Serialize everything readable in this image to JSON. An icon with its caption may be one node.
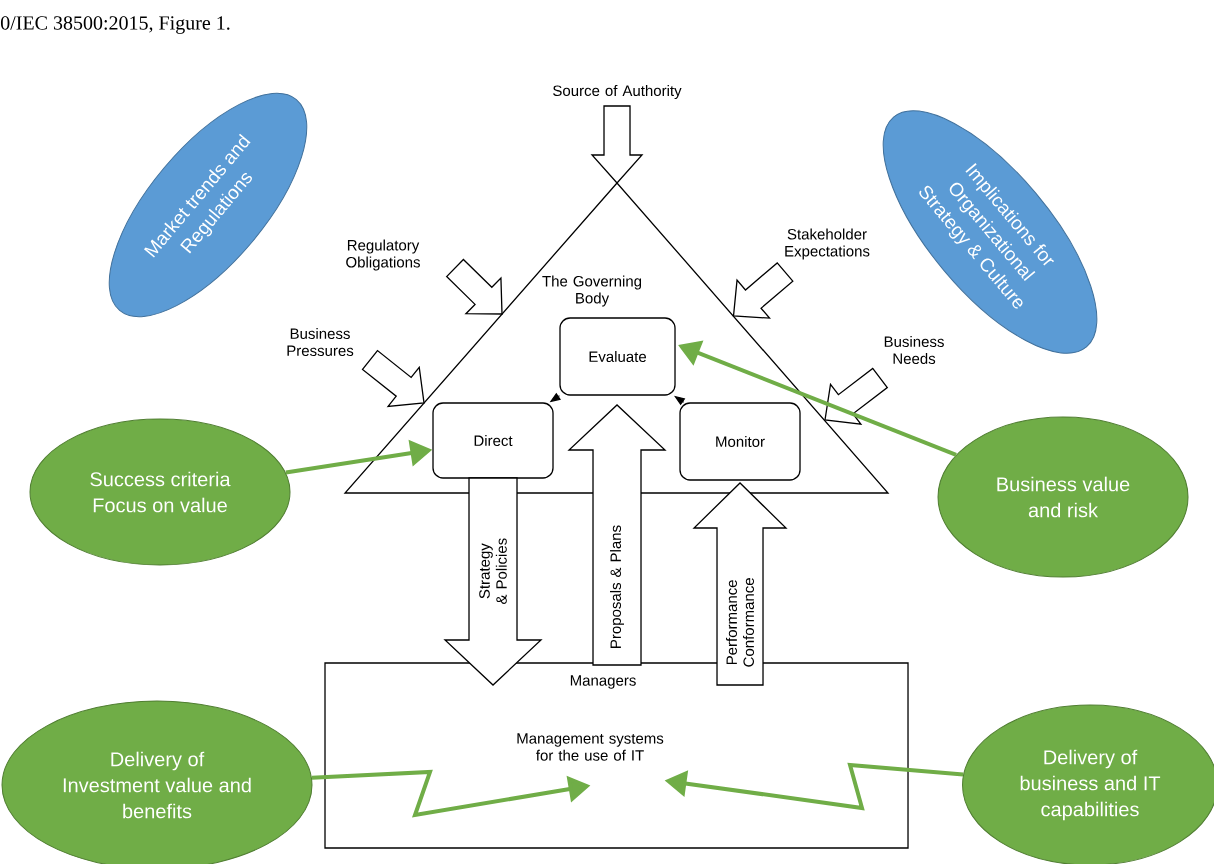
{
  "diagram": {
    "nodes": [
      {
        "text": [
          "Source of Authority"
        ]
      },
      {
        "text": [
          "Market trends and Regulations"
        ]
      },
      {
        "text": [
          "Implications for Organizational Strategy & Culture"
        ]
      },
      {
        "text": [
          "Regulatory Obligations"
        ]
      },
      {
        "text": [
          "Stakeholder Expectations"
        ]
      },
      {
        "text": [
          "The Governing Body"
        ]
      },
      {
        "text": [
          "Evaluate"
        ],
        "in": 5
      },
      {
        "text": [
          "Business Pressures"
        ]
      },
      {
        "text": [
          "Business Needs"
        ]
      },
      {
        "text": [
          "Direct"
        ],
        "in": 5
      },
      {
        "text": [
          "Monitor"
        ],
        "in": 5
      },
      {
        "text": [
          "Success criteria Focus on value"
        ]
      },
      {
        "text": [
          "Business value and risk"
        ]
      },
      {
        "text": [
          "Managers",
          "Management systems for the use of IT"
        ]
      },
      {
        "text": [
          "Delivery of Investment value and benefits"
        ]
      },
      {
        "text": [
          "Delivery of business and IT capabilities"
        ]
      }
    ],
    "edges": [
      {
        "from": 0,
        "to": 5,
        "arrow": "to"
      },
      {
        "from": 3,
        "to": 5,
        "arrow": "to"
      },
      {
        "from": 4,
        "to": 5,
        "arrow": "to"
      },
      {
        "from": 7,
        "to": 5,
        "arrow": "to"
      },
      {
        "from": 8,
        "to": 5,
        "arrow": "to"
      },
      {
        "from": 6,
        "to": 9,
        "arrow": "to",
        "color": "#000000"
      },
      {
        "from": 10,
        "to": 6,
        "arrow": "to",
        "color": "#000000"
      },
      {
        "from": 9,
        "to": 13,
        "arrow": "to",
        "label": "Strategy & Policies"
      },
      {
        "from": 13,
        "to": 6,
        "arrow": "to",
        "label": "Proposals & Plans"
      },
      {
        "from": 13,
        "to": 10,
        "arrow": "to",
        "label": "Performance Conformance"
      },
      {
        "from": 11,
        "to": 9,
        "arrow": "to",
        "color": "#70ad47"
      },
      {
        "from": 12,
        "to": 6,
        "arrow": "to",
        "color": "#70ad47"
      },
      {
        "from": 14,
        "to": 13,
        "arrow": "to",
        "color": "#70ad47"
      },
      {
        "from": 15,
        "to": 13,
        "arrow": "to",
        "color": "#70ad47"
      }
    ],
    "labels": [
      "0/IEC 38500:2015, Figure 1."
    ]
  }
}
